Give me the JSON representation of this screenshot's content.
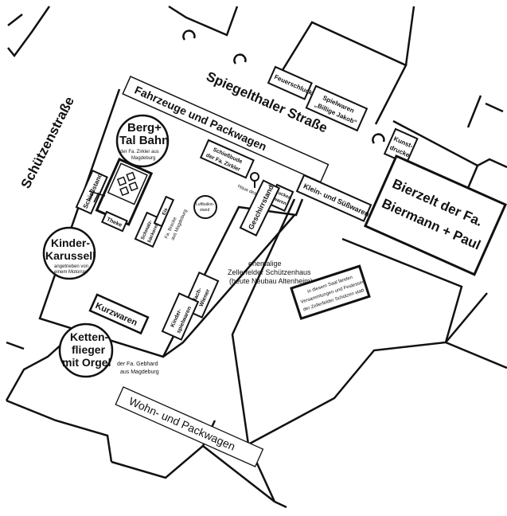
{
  "map": {
    "streets": {
      "schuetzen": "Schützenstraße",
      "spiegelthaler": "Spiegelthaler Straße"
    },
    "bands": {
      "top": "Fahrzeuge und Packwagen",
      "bottom": "Wohn- und Packwagen"
    },
    "stands": {
      "feuerschlucker": "Feuerschlucker",
      "spielwaren_l1": "Spielwaren",
      "spielwaren_l2": "„Billige Jakob“",
      "kunstdrucke_l1": "Kunst-",
      "kunstdrucke_l2": "drucke",
      "schiessbude_l1": "Schießbude",
      "schiessbude_l2": "der Fa. Zirkler",
      "haus_lebens": "Haus des Lebens",
      "zuckerwaren_l1": "Zucker-",
      "zuckerwaren_l2": "waren",
      "geschirrstand": "Geschirrstand",
      "luftballon_l1": "Luftballon-",
      "luftballon_l2": "stand",
      "klein_suess": "Klein- und Süßwaren",
      "schiesstand": "Schießstand",
      "theke": "Theke",
      "schmalz_l1": "Schmalz-",
      "schmalz_l2": "bäckerei",
      "eis_l1": "Eis",
      "eis_l2": "Fa. Bracke",
      "eis_l3": "aus Magdeburg",
      "flach_l1": "Flach-",
      "flach_l2": "Wiener",
      "kinderspiel_l1": "Kinder-",
      "kinderspiel_l2": "spielwaren",
      "kurzwaren": "Kurzwaren"
    },
    "rides": {
      "berg_l1": "Berg+",
      "berg_l2": "Tal Bahn",
      "berg_sub1": "der Fa. Zirkler aus",
      "berg_sub2": "Magdeburg",
      "karussell_l1": "Kinder-",
      "karussell_l2": "Karussell",
      "karussell_sub1": "angetrieben von",
      "karussell_sub2": "einem Motorrad",
      "ketten_l1": "Ketten-",
      "ketten_l2": "flieger",
      "ketten_l3": "mit Orgel",
      "ketten_sub1": "der Fa. Gebhard",
      "ketten_sub2": "aus Magdeburg"
    },
    "buildings": {
      "bierzelt_l1": "Bierzelt der Fa.",
      "bierzelt_l2": "Biermann + Paul",
      "schuetzenhaus_l1": "ehemalige",
      "schuetzenhaus_l2": "Zellerfelder Schützenhaus",
      "schuetzenhaus_l3": "(heute Neubau Altenheim)",
      "saal_l1": "in diesem Saal fanden",
      "saal_l2": "Versammlungen und Festessen",
      "saal_l3": "der Zellerfelder Schützen statt"
    }
  }
}
